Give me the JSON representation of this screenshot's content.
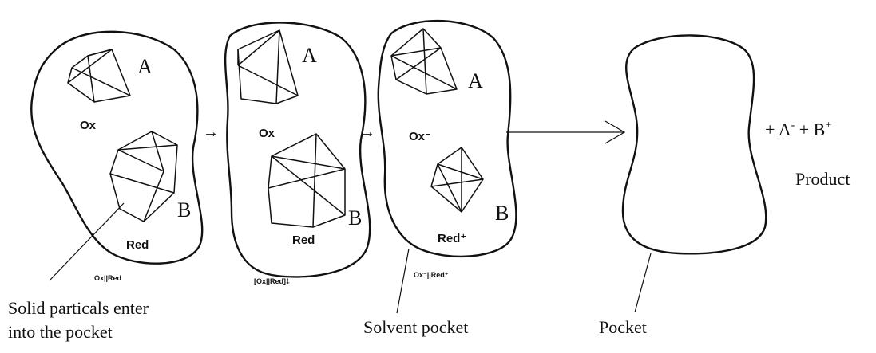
{
  "colors": {
    "ink": "#111111",
    "background": "#ffffff"
  },
  "stages": [
    {
      "site_a": "A",
      "site_b": "B",
      "top_species": "Ox",
      "bottom_species": "Red",
      "caption": "Ox||Red"
    },
    {
      "site_a": "A",
      "site_b": "B",
      "top_species": "Ox",
      "bottom_species": "Red",
      "caption": "[Ox||Red]‡"
    },
    {
      "site_a": "A",
      "site_b": "B",
      "top_species": "Ox⁻",
      "bottom_species": "Red⁺",
      "caption": "Ox⁻||Red⁺"
    }
  ],
  "arrows": [
    "→",
    "→"
  ],
  "product": {
    "equation": {
      "plus1": "+ A",
      "a_charge": "-",
      "plus2": " + B",
      "b_charge": "+"
    },
    "label": "Product"
  },
  "annotations": {
    "solid_particles": [
      "Solid particals enter",
      "into the pocket"
    ],
    "solvent_pocket": "Solvent pocket",
    "pocket": "Pocket"
  }
}
